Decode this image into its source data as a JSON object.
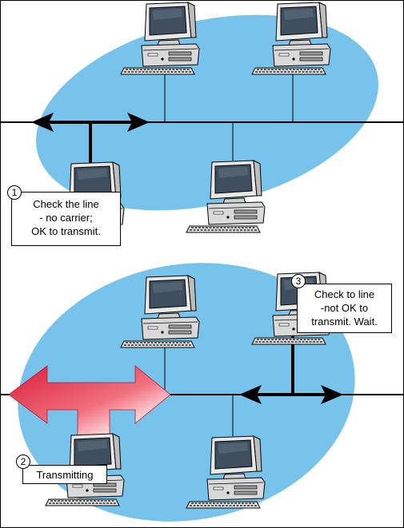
{
  "colors": {
    "network_blob": "#78c3ec",
    "line": "#000000",
    "monitor_screen": "#3f4f5f",
    "transmit_arrow": "#e23a4a"
  },
  "scenes": [
    {
      "step": {
        "number": "1",
        "lines": [
          "Check the line",
          "- no carrier;",
          "OK to transmit."
        ]
      }
    },
    {
      "steps": [
        {
          "number": "2",
          "lines": [
            "Transmitting"
          ]
        },
        {
          "number": "3",
          "lines": [
            "Check to line",
            "-not OK to",
            "transmit.  Wait."
          ]
        }
      ]
    }
  ]
}
